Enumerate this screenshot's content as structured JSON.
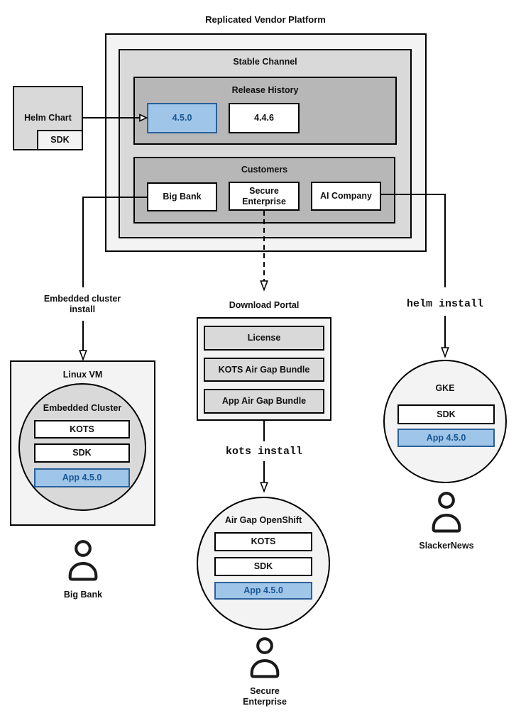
{
  "title": "Replicated Vendor Platform",
  "platform": {
    "stable_channel": {
      "title": "Stable Channel",
      "release_history": {
        "title": "Release History",
        "releases": [
          {
            "label": "4.5.0",
            "highlighted": true
          },
          {
            "label": "4.4.6",
            "highlighted": false
          }
        ]
      },
      "customers": {
        "title": "Customers",
        "items": [
          {
            "label": "Big Bank"
          },
          {
            "label": "Secure Enterprise"
          },
          {
            "label": "AI Company"
          }
        ]
      }
    }
  },
  "helm_chart": {
    "label": "Helm Chart",
    "sdk_label": "SDK"
  },
  "flows": {
    "embedded_install": {
      "label": "Embedded cluster install"
    },
    "kots_install": {
      "command": "kots install"
    },
    "helm_install": {
      "command": "helm install"
    }
  },
  "download_portal": {
    "title": "Download Portal",
    "items": [
      {
        "label": "License"
      },
      {
        "label": "KOTS Air Gap Bundle"
      },
      {
        "label": "App Air Gap Bundle"
      }
    ]
  },
  "linux_vm": {
    "title": "Linux VM",
    "embedded_cluster": {
      "title": "Embedded Cluster",
      "components": [
        {
          "label": "KOTS",
          "highlighted": false
        },
        {
          "label": "SDK",
          "highlighted": false
        },
        {
          "label": "App 4.5.0",
          "highlighted": true
        }
      ]
    }
  },
  "air_gap_openshift": {
    "title": "Air Gap OpenShift",
    "components": [
      {
        "label": "KOTS",
        "highlighted": false
      },
      {
        "label": "SDK",
        "highlighted": false
      },
      {
        "label": "App 4.5.0",
        "highlighted": true
      }
    ]
  },
  "gke": {
    "title": "GKE",
    "components": [
      {
        "label": "SDK",
        "highlighted": false
      },
      {
        "label": "App 4.5.0",
        "highlighted": true
      }
    ]
  },
  "users": {
    "big_bank": {
      "label": "Big Bank"
    },
    "secure_enterprise": {
      "label": "Secure Enterprise"
    },
    "slackernews": {
      "label": "SlackerNews"
    }
  },
  "colors": {
    "highlight_fill": "#9fc5e8",
    "highlight_border": "#2a6099",
    "highlight_text": "#1a5794",
    "box_gray_light": "#f3f3f3",
    "box_gray_mid": "#d9d9d9",
    "box_gray_dark": "#b7b7b7",
    "line": "#000000"
  }
}
